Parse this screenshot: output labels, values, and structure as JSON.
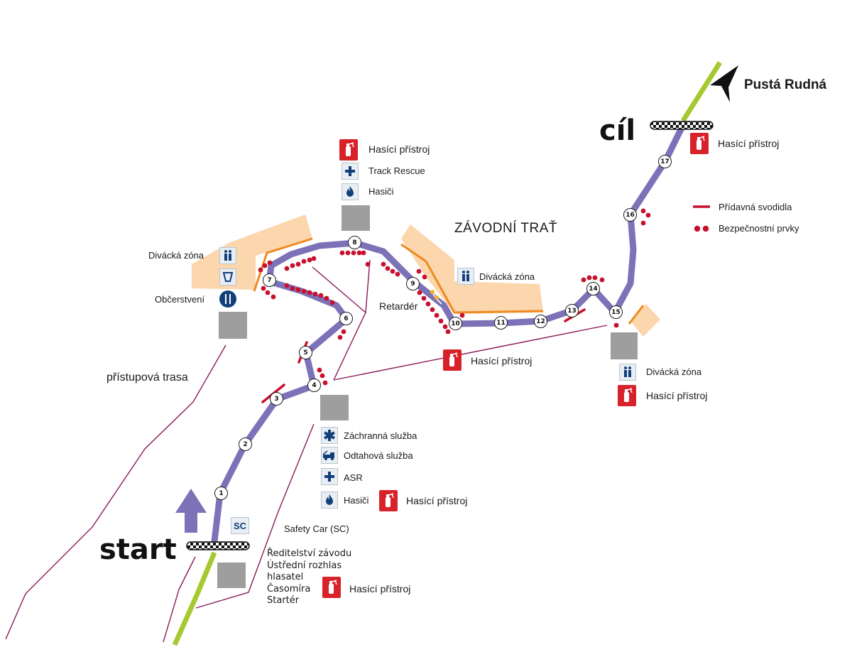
{
  "destination": "Pustá Rudná",
  "title": "ZÁVODNÍ TRAŤ",
  "start_label": "start",
  "finish_label": "cíl",
  "access_route_label": "přístupová trasa",
  "retarder_label": "Retardér",
  "legend": {
    "barriers": "Přídavná svodidla",
    "safety": "Bezpečnostní prvky"
  },
  "icons": {
    "extinguisher": "fire-extinguisher-icon",
    "rescue": "cross-icon",
    "firefighters": "flame-icon",
    "ambulance": "star-of-life-icon",
    "tow": "tow-truck-icon",
    "spectators": "people-icon",
    "drinks": "cup-icon",
    "food": "cutlery-icon"
  },
  "colors": {
    "track": "#7b72b8",
    "road": "#a6c830",
    "barrier": "#c8102e",
    "safety_dot": "#c8102e",
    "spectator_zone": "#fcd6ac",
    "zone_edge": "#ee8a1f",
    "service_box": "#9e9e9e",
    "pointer_line": "#8b1a5a",
    "extinguisher": "#d8222a"
  },
  "labels": {
    "top_extinguisher": "Hasící přístroj",
    "top_rescue": "Track Rescue",
    "top_firefighters": "Hasiči",
    "left_spectators": "Divácká zóna",
    "left_food": "Občerstvení",
    "center_spectators": "Divácká zóna",
    "mid_extinguisher": "Hasící přístroj",
    "right_spectators": "Divácká zóna",
    "right_extinguisher": "Hasící přístroj",
    "finish_extinguisher": "Hasící přístroj",
    "ambulance": "Záchranná služba",
    "tow": "Odtahová služba",
    "asr": "ASR",
    "firefighters": "Hasiči",
    "firefighters_extinguisher": "Hasící přístroj",
    "safety_car": "Safety Car (SC)",
    "sc_badge": "SC",
    "start_extinguisher": "Hasící přístroj"
  },
  "start_facilities": [
    "Ředitelství závodu",
    "Ústřední rozhlas",
    "hlasatel",
    "Časomíra",
    "Startér"
  ],
  "markers": [
    "1",
    "2",
    "3",
    "4",
    "5",
    "6",
    "7",
    "8",
    "9",
    "10",
    "11",
    "12",
    "13",
    "14",
    "15",
    "16",
    "17"
  ]
}
